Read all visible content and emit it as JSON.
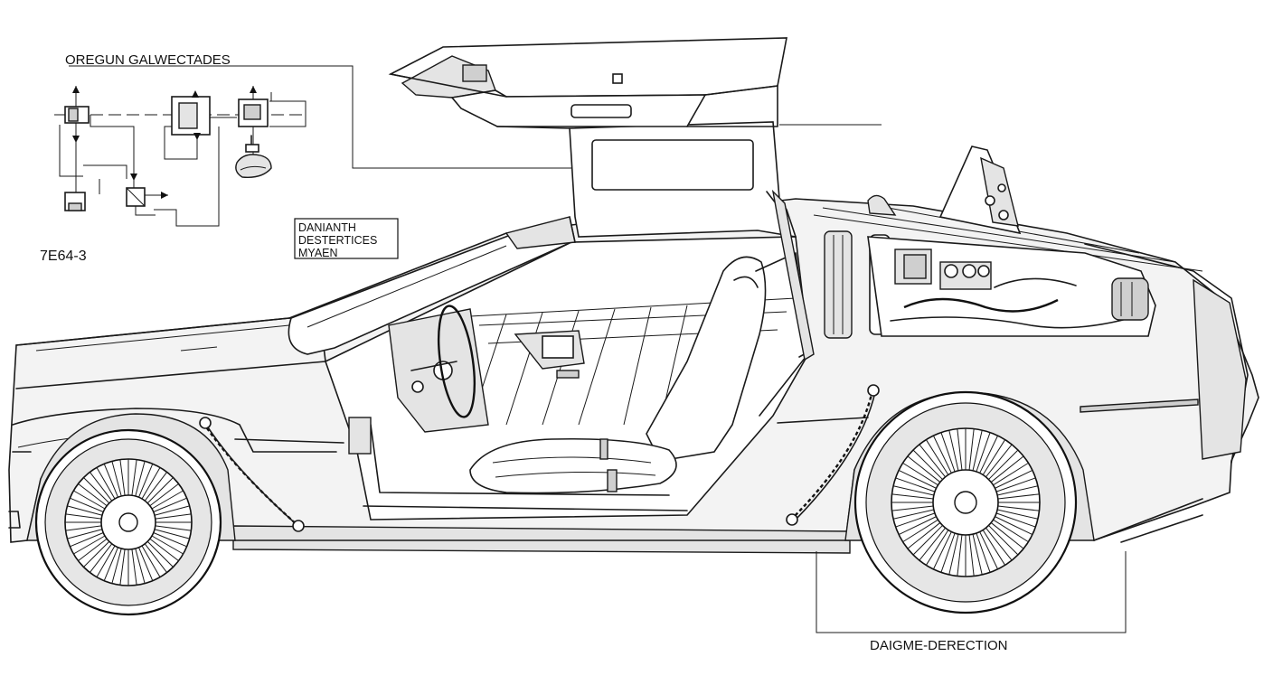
{
  "schematic": {
    "title": "OREGUN GALWECTADES",
    "code": "7E64-3"
  },
  "info_box": {
    "lines": [
      "DANIANTH",
      "DESTERTICES",
      "MYAEN"
    ]
  },
  "dimension": {
    "label": "DAIGME-DERECTION"
  }
}
